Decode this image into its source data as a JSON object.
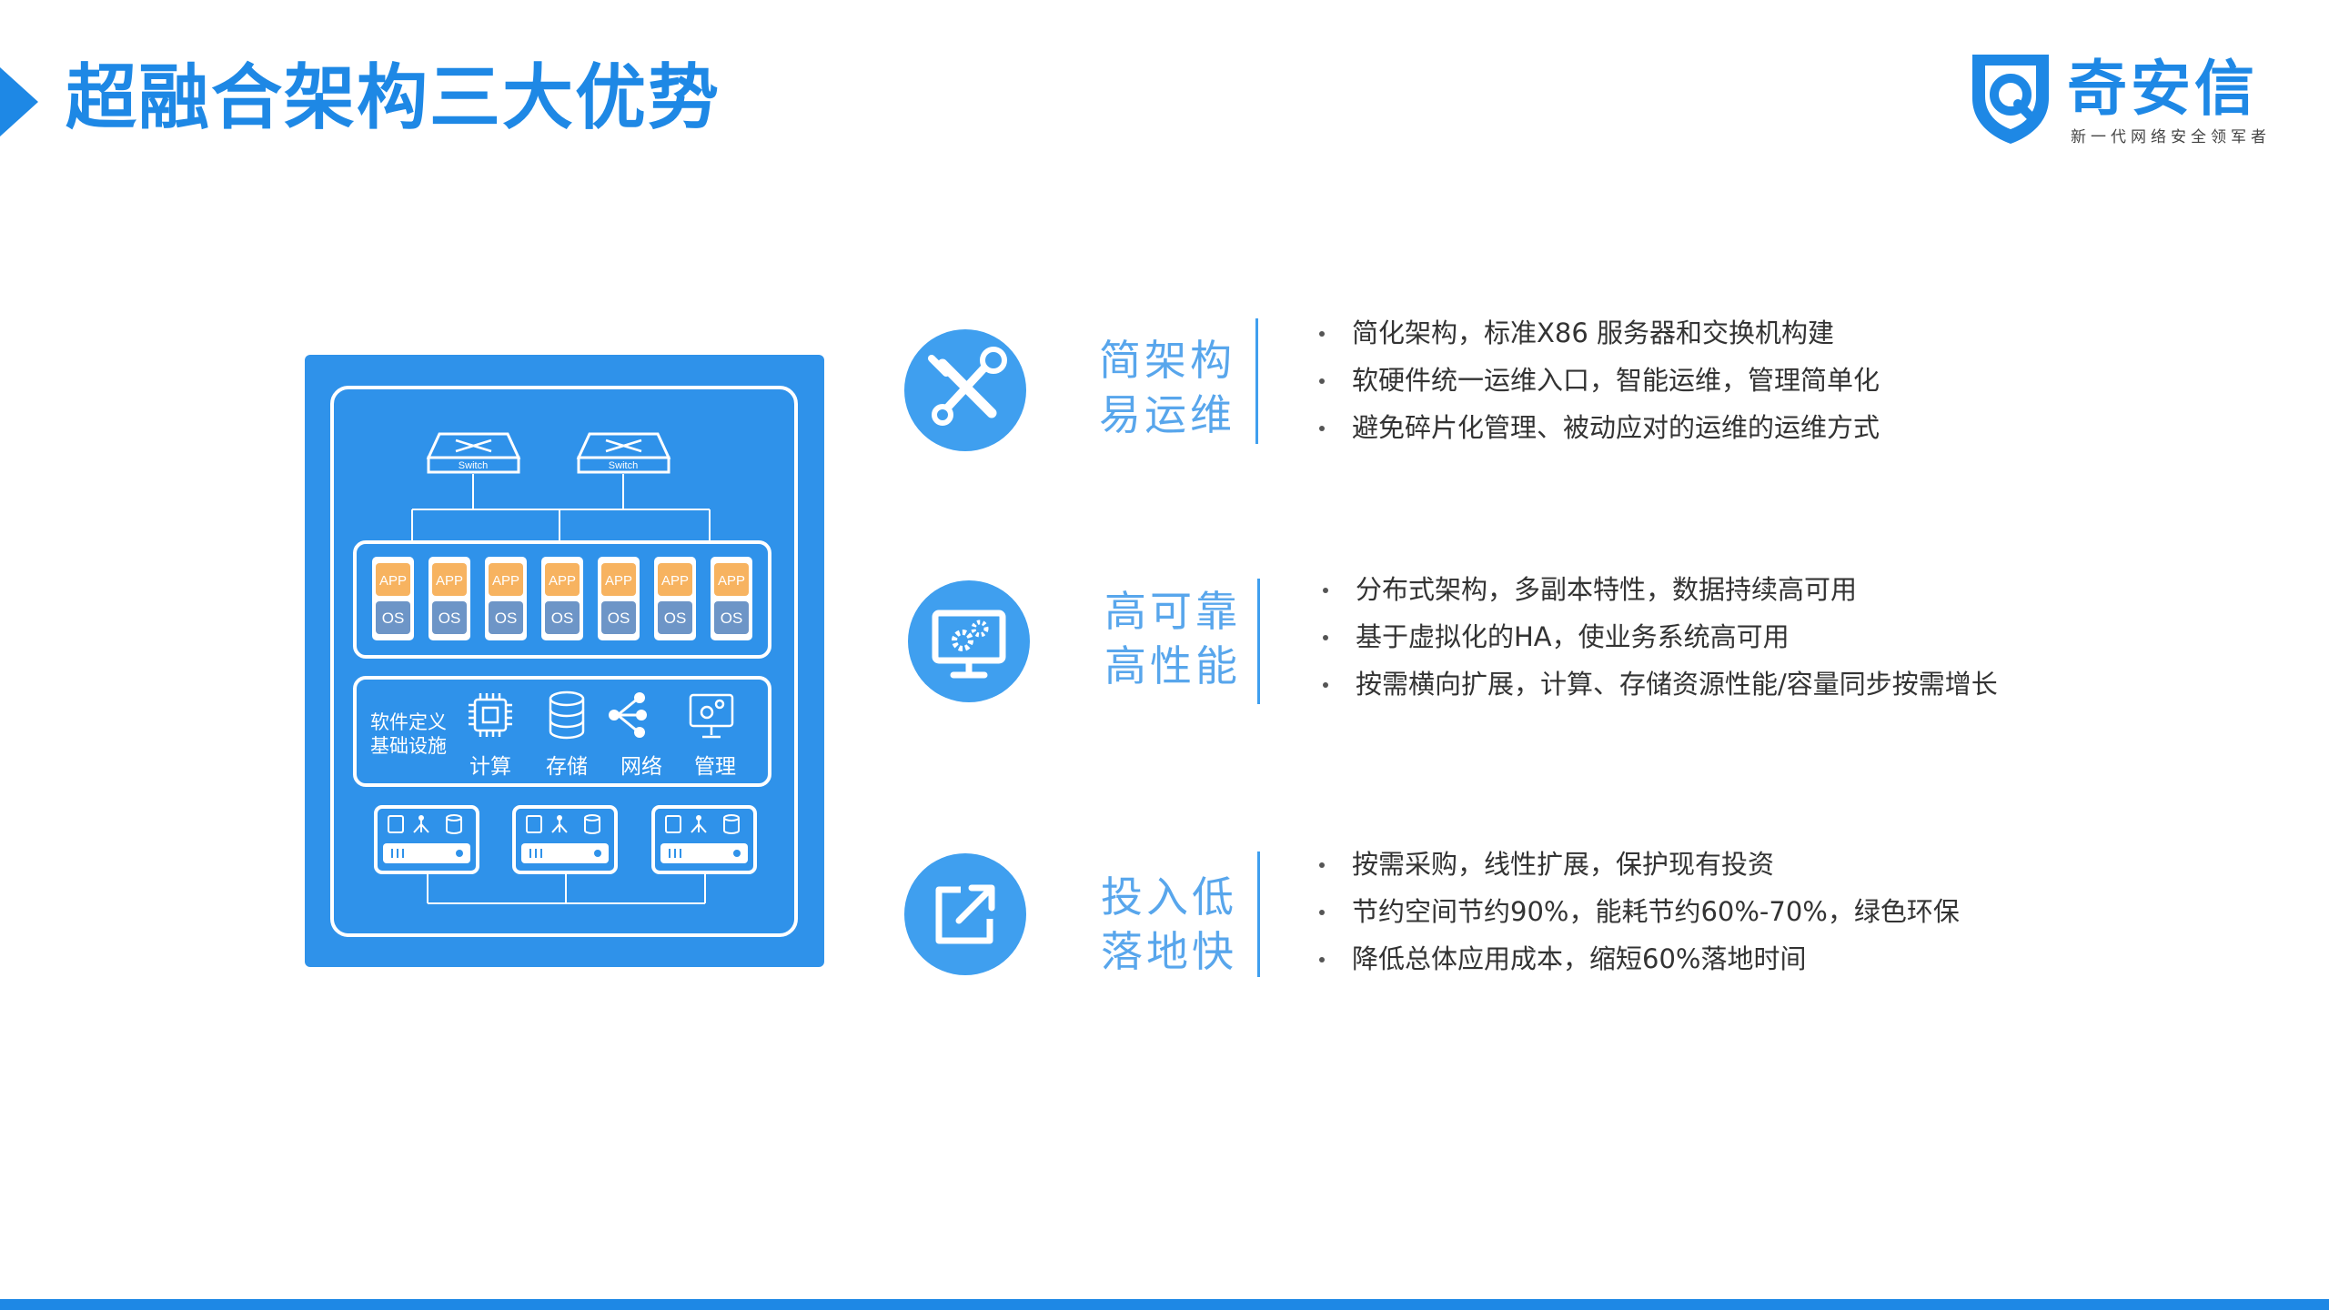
{
  "header": {
    "title": "超融合架构三大优势",
    "accent_color": "#1e88e5"
  },
  "logo": {
    "name": "奇安信",
    "slogan": "新一代网络安全领军者",
    "icon": "shield-q-icon"
  },
  "diagram": {
    "switch_label": "Switch",
    "app_label": "APP",
    "os_label": "OS",
    "sdi_label_line1": "软件定义",
    "sdi_label_line2": "基础设施",
    "services": [
      "计算",
      "存储",
      "网络",
      "管理"
    ],
    "background_color": "#2f92ea",
    "app_color": "#f7b360",
    "os_color": "#6d95c7"
  },
  "features": [
    {
      "icon": "tools-icon",
      "heading_line1": "简架构",
      "heading_line2": "易运维",
      "bullets": [
        "简化架构，标准X86 服务器和交换机构建",
        "软硬件统一运维入口，智能运维，管理简单化",
        "避免碎片化管理、被动应对的运维的运维方式"
      ]
    },
    {
      "icon": "monitor-gears-icon",
      "heading_line1": "高可靠",
      "heading_line2": "高性能",
      "bullets": [
        "分布式架构，多副本特性，数据持续高可用",
        "基于虚拟化的HA，使业务系统高可用",
        "按需横向扩展，计算、存储资源性能/容量同步按需增长"
      ]
    },
    {
      "icon": "external-link-icon",
      "heading_line1": "投入低",
      "heading_line2": "落地快",
      "bullets": [
        "按需采购，线性扩展，保护现有投资",
        "节约空间节约90%，能耗节约60%-70%，绿色环保",
        "降低总体应用成本，缩短60%落地时间"
      ]
    }
  ]
}
